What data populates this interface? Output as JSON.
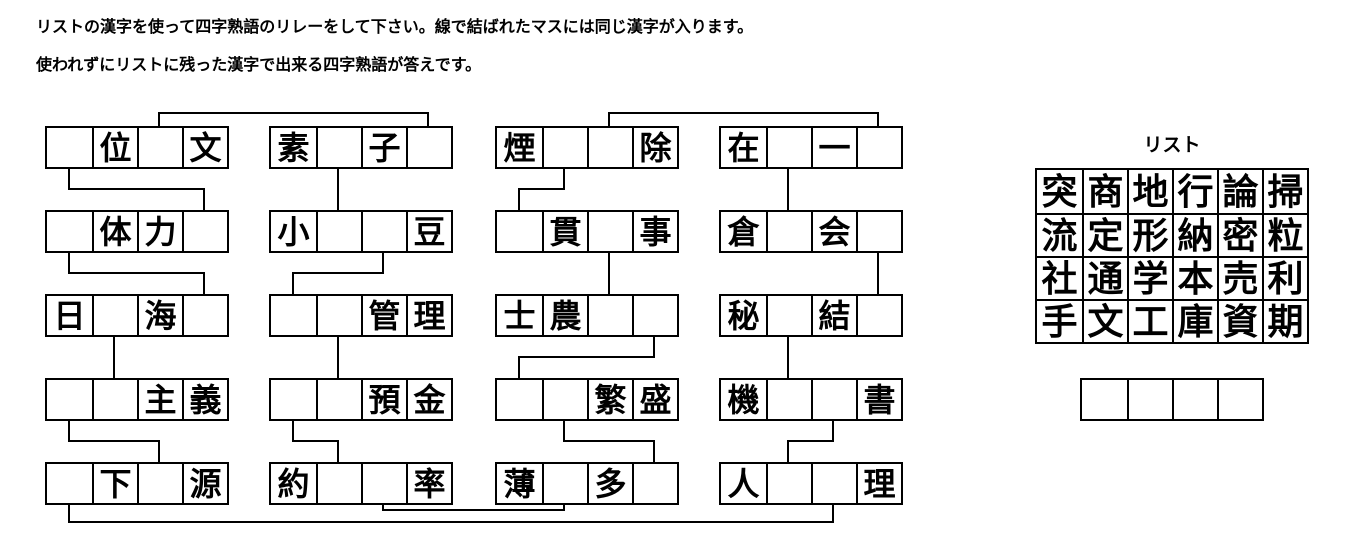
{
  "instructions": {
    "line1": "リストの漢字を使って四字熟語のリレーをして下さい。線で結ばれたマスには同じ漢字が入ります。",
    "line2": "使われずにリストに残った漢字で出来る四字熟語が答えです。"
  },
  "puzzle": {
    "rows": [
      [
        [
          "",
          "位",
          "",
          "文"
        ],
        [
          "素",
          "",
          "子",
          ""
        ],
        [
          "煙",
          "",
          "",
          "除"
        ],
        [
          "在",
          "",
          "一",
          ""
        ]
      ],
      [
        [
          "",
          "体",
          "力",
          ""
        ],
        [
          "小",
          "",
          "",
          "豆"
        ],
        [
          "",
          "貫",
          "",
          "事"
        ],
        [
          "倉",
          "",
          "会",
          ""
        ]
      ],
      [
        [
          "日",
          "",
          "海",
          ""
        ],
        [
          "",
          "",
          "管",
          "理"
        ],
        [
          "士",
          "農",
          "",
          ""
        ],
        [
          "秘",
          "",
          "結",
          ""
        ]
      ],
      [
        [
          "",
          "",
          "主",
          "義"
        ],
        [
          "",
          "",
          "預",
          "金"
        ],
        [
          "",
          "",
          "繁",
          "盛"
        ],
        [
          "機",
          "",
          "",
          "書"
        ]
      ],
      [
        [
          "",
          "下",
          "",
          "源"
        ],
        [
          "約",
          "",
          "",
          "率"
        ],
        [
          "薄",
          "",
          "多",
          ""
        ],
        [
          "人",
          "",
          "",
          "理"
        ]
      ]
    ],
    "links": [
      {
        "type": "top",
        "from": [
          0,
          0,
          2
        ],
        "to": [
          0,
          1,
          3
        ]
      },
      {
        "type": "top",
        "from": [
          0,
          2,
          2
        ],
        "to": [
          0,
          3,
          3
        ]
      },
      {
        "type": "mid",
        "from": [
          0,
          0,
          0
        ],
        "to": [
          1,
          0,
          3
        ]
      },
      {
        "type": "mid",
        "from": [
          0,
          1,
          1
        ],
        "to": [
          1,
          1,
          1
        ]
      },
      {
        "type": "mid",
        "from": [
          0,
          2,
          1
        ],
        "to": [
          1,
          2,
          0
        ]
      },
      {
        "type": "mid",
        "from": [
          0,
          3,
          1
        ],
        "to": [
          1,
          3,
          1
        ]
      },
      {
        "type": "mid",
        "from": [
          1,
          0,
          0
        ],
        "to": [
          2,
          0,
          3
        ]
      },
      {
        "type": "mid",
        "from": [
          1,
          1,
          2
        ],
        "to": [
          2,
          1,
          0
        ]
      },
      {
        "type": "mid",
        "from": [
          1,
          2,
          2
        ],
        "to": [
          2,
          2,
          2
        ]
      },
      {
        "type": "mid",
        "from": [
          1,
          3,
          3
        ],
        "to": [
          2,
          3,
          3
        ]
      },
      {
        "type": "mid",
        "from": [
          2,
          0,
          1
        ],
        "to": [
          3,
          0,
          1
        ]
      },
      {
        "type": "mid",
        "from": [
          2,
          1,
          1
        ],
        "to": [
          3,
          1,
          1
        ]
      },
      {
        "type": "mid",
        "from": [
          2,
          2,
          3
        ],
        "to": [
          3,
          2,
          0
        ]
      },
      {
        "type": "mid",
        "from": [
          2,
          3,
          1
        ],
        "to": [
          3,
          3,
          1
        ]
      },
      {
        "type": "mid",
        "from": [
          3,
          0,
          0
        ],
        "to": [
          4,
          0,
          2
        ]
      },
      {
        "type": "mid",
        "from": [
          3,
          1,
          0
        ],
        "to": [
          4,
          1,
          1
        ]
      },
      {
        "type": "mid",
        "from": [
          3,
          2,
          1
        ],
        "to": [
          4,
          2,
          3
        ]
      },
      {
        "type": "mid",
        "from": [
          3,
          3,
          2
        ],
        "to": [
          4,
          3,
          1
        ]
      },
      {
        "type": "bottom-upper",
        "from": [
          4,
          1,
          2
        ],
        "to": [
          4,
          2,
          1
        ]
      },
      {
        "type": "bottom-lower",
        "from": [
          4,
          0,
          0
        ],
        "to": [
          4,
          3,
          2
        ]
      }
    ]
  },
  "list": {
    "title": "リスト",
    "grid": [
      [
        "突",
        "商",
        "地",
        "行",
        "論",
        "掃"
      ],
      [
        "流",
        "定",
        "形",
        "納",
        "密",
        "粒"
      ],
      [
        "社",
        "通",
        "学",
        "本",
        "売",
        "利"
      ],
      [
        "手",
        "文",
        "工",
        "庫",
        "資",
        "期"
      ]
    ]
  },
  "answer": {
    "cells": [
      "",
      "",
      "",
      ""
    ]
  },
  "colors": {
    "line": "#000000",
    "background": "#ffffff",
    "text": "#000000"
  }
}
